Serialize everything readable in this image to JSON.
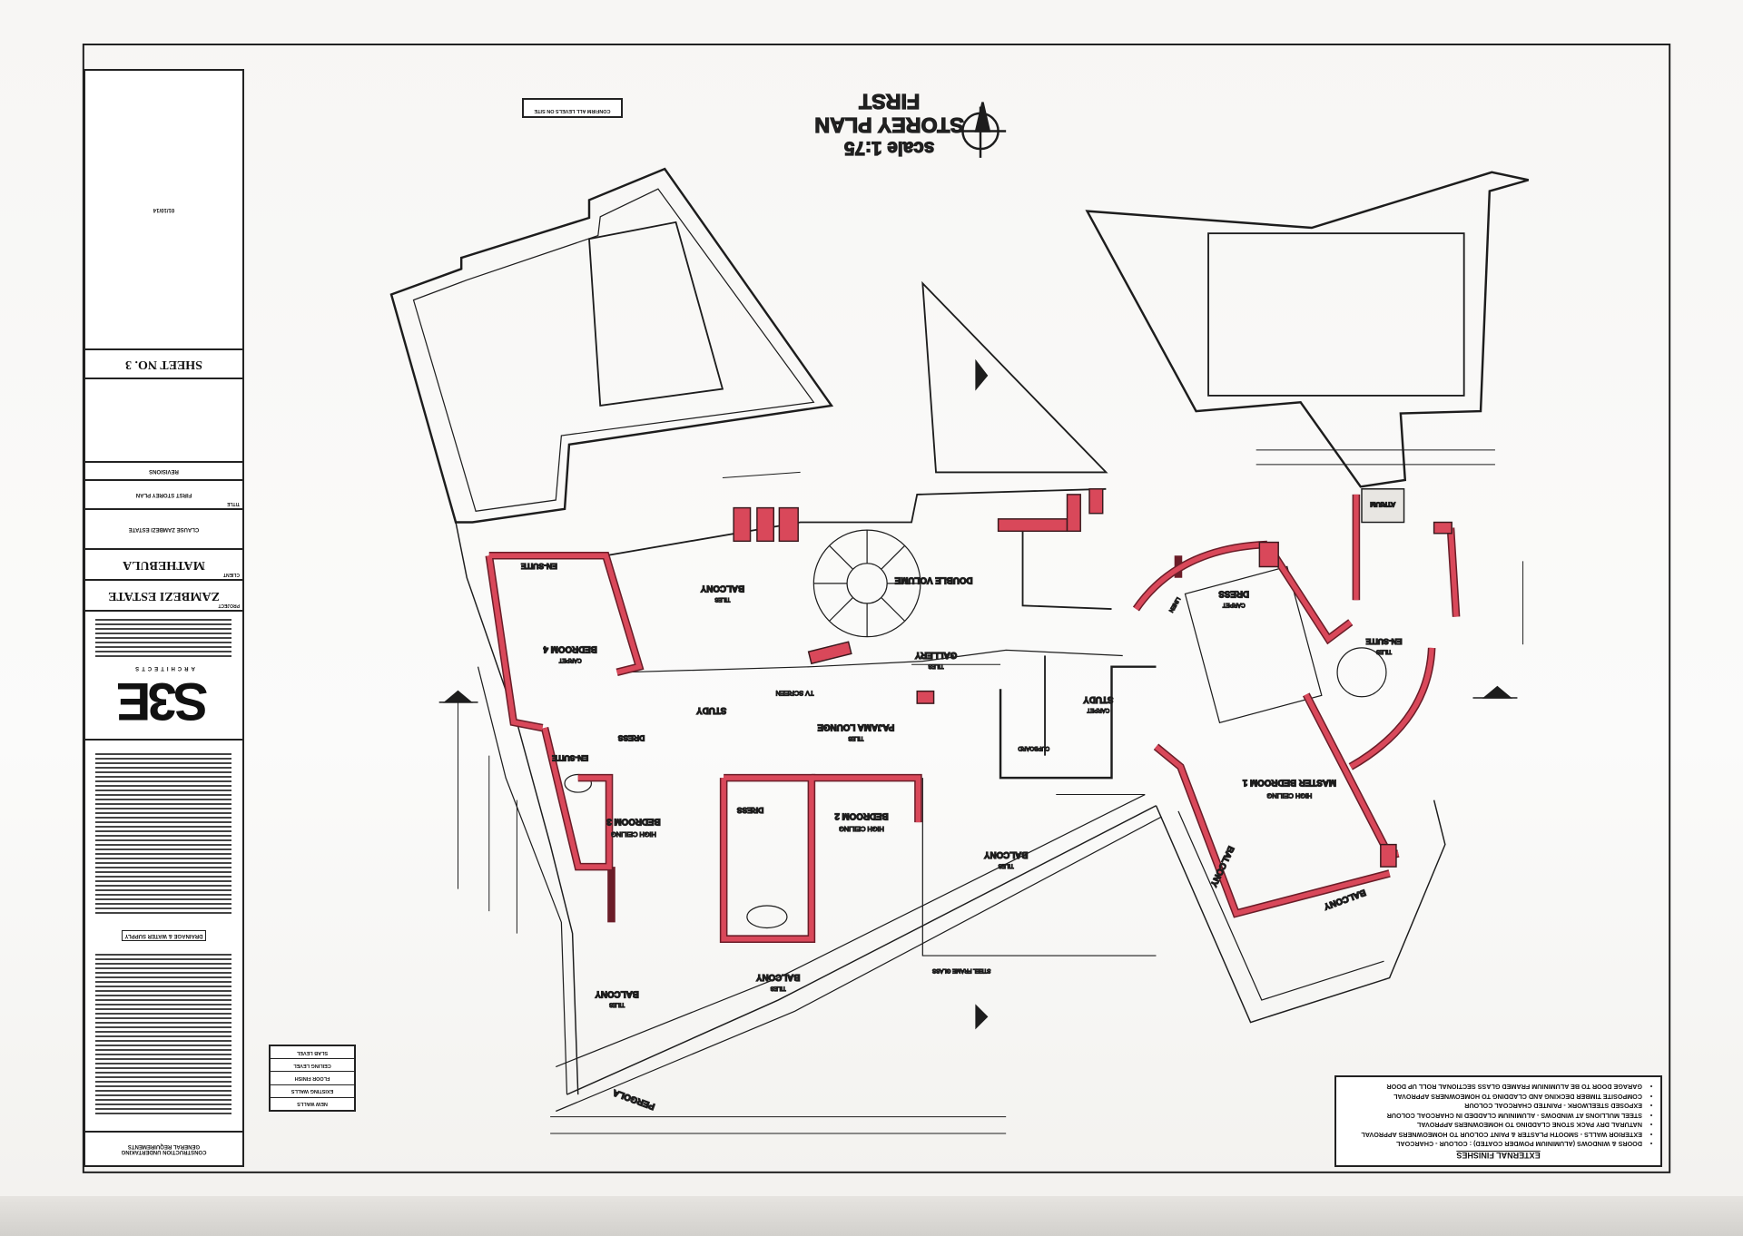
{
  "plan_title": {
    "line1": "FIRST",
    "line2": "STOREY PLAN",
    "scale": "scale 1:75"
  },
  "north_arrow": "north-arrow-icon",
  "note_box": "CONFIRM ALL LEVELS ON SITE",
  "title_block": {
    "sheet": "SHEET NO.  3",
    "date": "01/10/14",
    "project_label": "PROJECT",
    "project": "ZAMBEZI ESTATE",
    "client_label": "CLIENT",
    "client": "MATHEBULA",
    "address": "CLAUSE  ZAMBEZI ESTATE",
    "drawing_label": "TITLE",
    "drawing": "FIRST STOREY PLAN",
    "revisions": "REVISIONS",
    "logo": "S3E",
    "logo_sub": "ARCHITECTS",
    "drainage": "DRAINAGE & WATER SUPPLY",
    "construction": "CONSTRUCTION UNDERTAKING",
    "general": "GENERAL REQUIREMENTS"
  },
  "rooms": [
    {
      "name": "BALCONY",
      "sub": "TILES"
    },
    {
      "name": "DOUBLE VOLUME"
    },
    {
      "name": "GALLERY",
      "sub": "TILES"
    },
    {
      "name": "BEDROOM 4",
      "sub": "CARPET"
    },
    {
      "name": "STUDY"
    },
    {
      "name": "PAJAMA LOUNGE",
      "sub": "TILES"
    },
    {
      "name": "TV SCREEN"
    },
    {
      "name": "STUDY",
      "sub": "CARPET"
    },
    {
      "name": "DRESS",
      "sub": "CARPET"
    },
    {
      "name": "EN-SUITE",
      "sub": "TILES"
    },
    {
      "name": "ATRIUM"
    },
    {
      "name": "MASTER BEDROOM 1",
      "sub": "HIGH CEILING"
    },
    {
      "name": "BEDROOM 2",
      "sub": "HIGH CEILING"
    },
    {
      "name": "BEDROOM 3",
      "sub": "HIGH CEILING"
    },
    {
      "name": "DRESS"
    },
    {
      "name": "EN-SUITE"
    },
    {
      "name": "DRESS"
    },
    {
      "name": "EN-SUITE"
    },
    {
      "name": "BALCONY",
      "sub": "TILES"
    },
    {
      "name": "BALCONY",
      "sub": "TILES"
    },
    {
      "name": "BALCONY",
      "sub": "TILES"
    },
    {
      "name": "BALCONY"
    },
    {
      "name": "BALCONY"
    },
    {
      "name": "PERGOLA"
    },
    {
      "name": "CUPBOARD"
    },
    {
      "name": "LINEN"
    },
    {
      "name": "STEEL FRAME GLASS"
    }
  ],
  "finishes": {
    "title": "EXTERNAL FINISHES",
    "items": [
      "DOORS & WINDOWS (ALUMINIUM POWDER COATED) : COLOUR - CHARCOAL",
      "EXTERIOR WALLS - SMOOTH PLASTER & PAINT COLOUR TO HOMEOWNERS APPROVAL",
      "NATURAL DRY PACK STONE CLADDING TO HOMEOWNERS APPROVAL",
      "STEEL MULLIONS AT WINDOWS - ALUMINIUM CLADDED IN CHARCOAL COLOUR",
      "EXPOSED STEELWORK - PAINTED CHARCOAL COLOUR",
      "COMPOSITE TIMBER DECKING AND CLADDING TO HOMEOWNERS APPROVAL",
      "GARAGE DOOR TO BE ALUMINIUM FRAMED GLASS SECTIONAL ROLL UP DOOR"
    ]
  },
  "legend": [
    "NEW WALLS",
    "EXISTING WALLS",
    "FLOOR FINISH",
    "CEILING LEVEL",
    "SLAB LEVEL"
  ],
  "colors": {
    "wall_fill": "#d9485a",
    "line": "#1d1d1d"
  }
}
